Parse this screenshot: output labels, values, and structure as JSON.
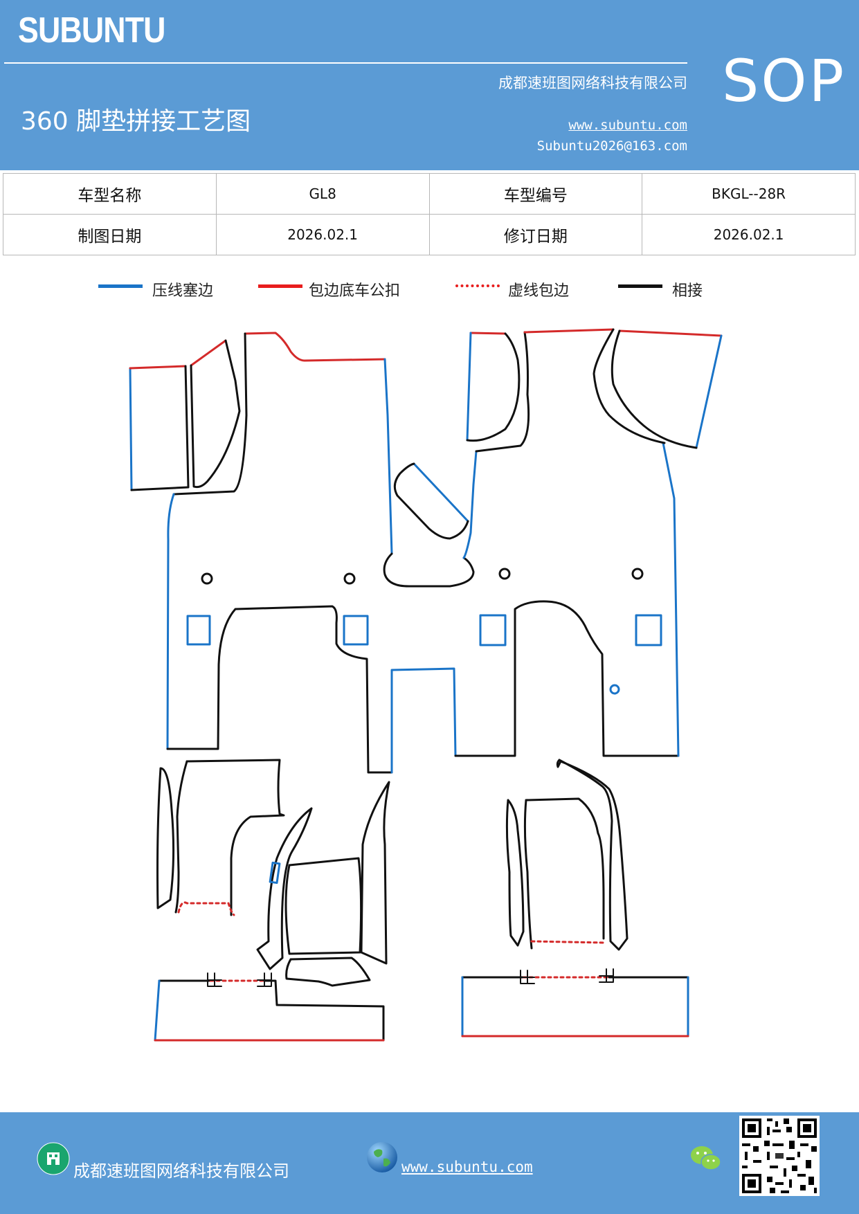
{
  "header": {
    "brand": "SUBUNTU",
    "company": "成都速班图网络科技有限公司",
    "badge": "SOP",
    "title": "360 脚垫拼接工艺图",
    "website": "www.subuntu.com",
    "email": "Subuntu2026@163.com"
  },
  "info_table": {
    "model_name_label": "车型名称",
    "model_name": "GL8",
    "model_code_label": "车型编号",
    "model_code": "BKGL--28R",
    "draw_date_label": "制图日期",
    "draw_date": "2026.02.1",
    "revise_date_label": "修订日期",
    "revise_date": "2026.02.1"
  },
  "legend": [
    {
      "label": "压线塞边",
      "color": "#1a74c8",
      "style": "solid"
    },
    {
      "label": "包边底车公扣",
      "color": "#e81d1d",
      "style": "solid"
    },
    {
      "label": "虚线包边",
      "color": "#e81d1d",
      "style": "dotted"
    },
    {
      "label": "相接",
      "color": "#111111",
      "style": "solid"
    }
  ],
  "colors": {
    "header_bg": "#5b9bd5",
    "blue_edge": "#1a74c8",
    "red_edge": "#d42a2a",
    "black_edge": "#111111"
  },
  "footer": {
    "company": "成都速班图网络科技有限公司",
    "website": "www.subuntu.com",
    "icons": [
      "building-icon",
      "globe-icon",
      "wechat-icon",
      "qr-code"
    ]
  }
}
